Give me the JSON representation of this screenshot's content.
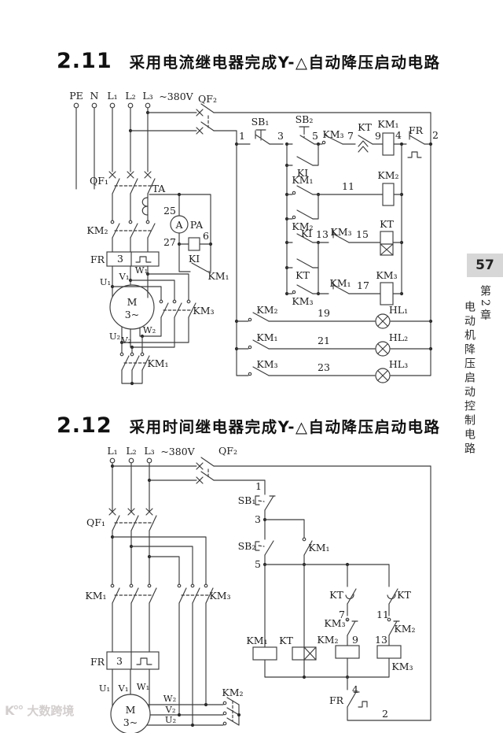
{
  "page": {
    "number": "57",
    "chapter": "第2章",
    "chapter_title": "电动机降压启动控制电路",
    "watermark": "大数跨境",
    "watermark_logo": "K°°"
  },
  "sections": {
    "s211": {
      "num": "2.11",
      "title": "采用电流继电器完成Y-△自动降压启动电路"
    },
    "s212": {
      "num": "2.12",
      "title": "采用时间继电器完成Y-△自动降压启动电路"
    }
  },
  "labels": {
    "PE": "PE",
    "N": "N",
    "L1": "L₁",
    "L2": "L₂",
    "L3": "L₃",
    "V380": "~380V",
    "QF1": "QF₁",
    "QF2": "QF₂",
    "TA": "TA",
    "PA": "PA",
    "A": "A",
    "KI": "KI",
    "KM1": "KM₁",
    "KM2": "KM₂",
    "KM3": "KM₃",
    "KT": "KT",
    "FR": "FR",
    "FR3": "3",
    "SB1": "SB₁",
    "SB2": "SB₂",
    "M": "M",
    "M3": "3~",
    "U1": "U₁",
    "V1": "V₁",
    "W1": "W₁",
    "U2": "U₂",
    "V2": "V₂",
    "W2": "W₂",
    "HL1": "HL₁",
    "HL2": "HL₂",
    "HL3": "HL₃"
  },
  "nodes": {
    "n1": "1",
    "n2": "2",
    "n3": "3",
    "n4": "4",
    "n5": "5",
    "n6": "6",
    "n7": "7",
    "n9": "9",
    "n11": "11",
    "n13": "13",
    "n15": "15",
    "n17": "17",
    "n19": "19",
    "n21": "21",
    "n23": "23",
    "n25": "25",
    "n27": "27"
  }
}
